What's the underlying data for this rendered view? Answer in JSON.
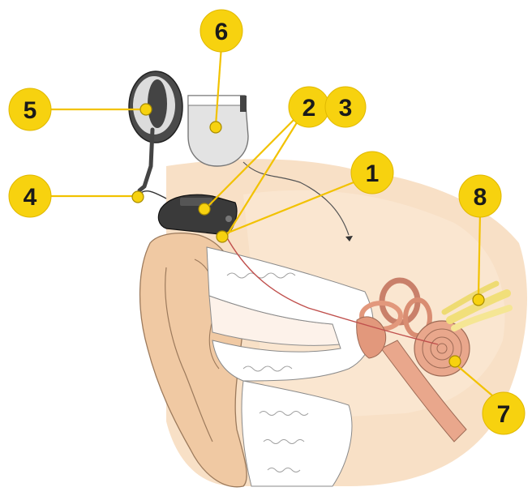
{
  "diagram": {
    "callouts": [
      {
        "id": "1",
        "label": "1"
      },
      {
        "id": "2",
        "label": "2"
      },
      {
        "id": "3",
        "label": "3"
      },
      {
        "id": "4",
        "label": "4"
      },
      {
        "id": "5",
        "label": "5"
      },
      {
        "id": "6",
        "label": "6"
      },
      {
        "id": "7",
        "label": "7"
      },
      {
        "id": "8",
        "label": "8"
      }
    ],
    "colors": {
      "badge": "#f7d20f",
      "skin": "#f6dcc0",
      "inner_ear": "#e9a78c",
      "device": "#3a3a3a",
      "coil": "#dcdcdc",
      "nerve": "#f3e38a"
    }
  }
}
